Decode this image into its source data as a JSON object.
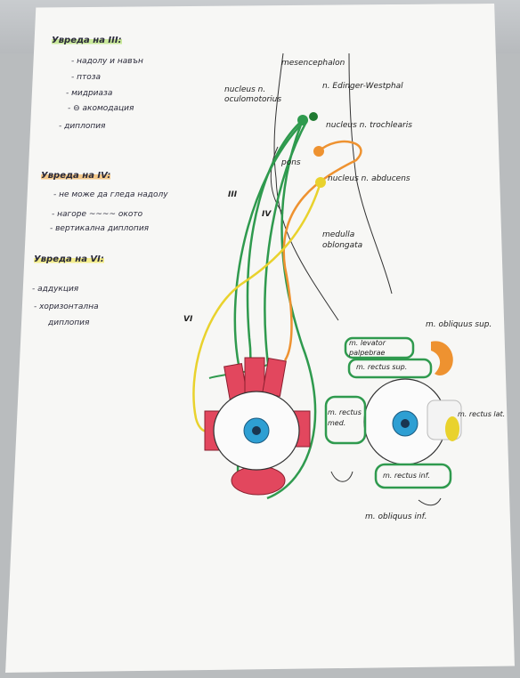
{
  "notes": {
    "cn3": {
      "heading": "Увреда на III:",
      "items": [
        "- надолу и навън",
        "- птоза",
        "- мидриаза",
        "- ⊖ акомодация",
        "- диплопия"
      ]
    },
    "cn4": {
      "heading": "Увреда на IV:",
      "items": [
        "- не може да гледа надолу",
        "- нагоре ~~~~ окото",
        "- вертикална диплопия"
      ]
    },
    "cn6": {
      "heading": "Увреда на VI:",
      "items": [
        "- аддукция",
        "- хоризонтална",
        "диплопия"
      ]
    }
  },
  "brainstem": {
    "mesencephalon": "mesencephalon",
    "nucleus_oculomotorius": "nucleus n. oculomotorius",
    "edinger_westphal": "n. Edinger-Westphal",
    "nucleus_trochlearis": "nucleus n. trochlearis",
    "pons": "pons",
    "nucleus_abducens": "nucleus n. abducens",
    "medulla_oblongata": "medulla oblongata"
  },
  "nerve_labels": {
    "III": "III",
    "IV": "IV",
    "VI": "VI"
  },
  "muscles": {
    "obliquus_sup": "m. obliquus sup.",
    "levator": "m. levator palpebrae",
    "rectus_sup": "m. rectus sup.",
    "rectus_med": "m. rectus med.",
    "rectus_lat": "m. rectus lat.",
    "rectus_inf": "m. rectus inf.",
    "obliquus_inf": "m. obliquus inf."
  },
  "colors": {
    "cn3": "#2f9a4e",
    "cn4": "#ee9230",
    "cn6": "#e9d22d",
    "muscle": "#e2475e",
    "iris": "#2e9fd3"
  }
}
